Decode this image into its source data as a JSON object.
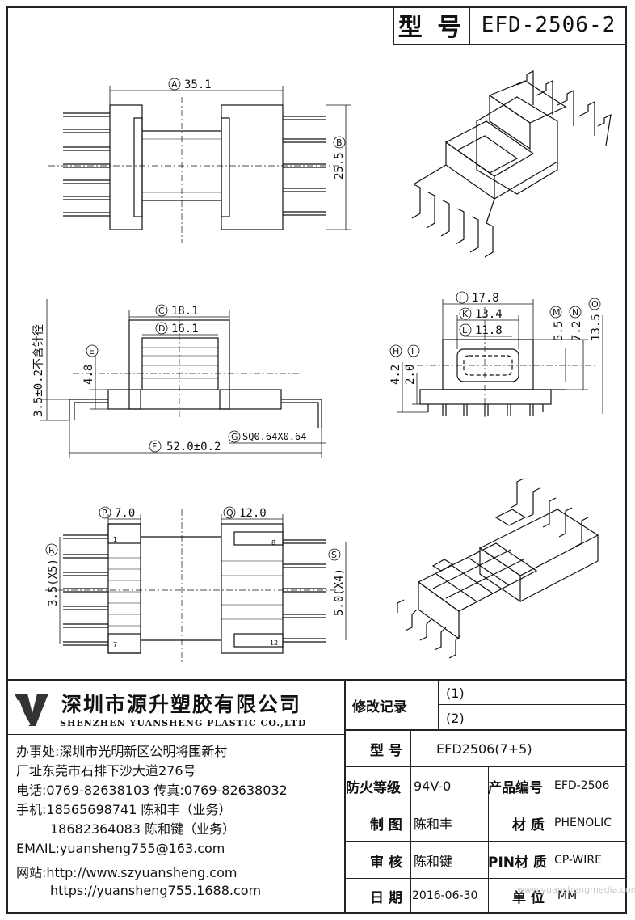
{
  "header": {
    "model_label": "型 号",
    "model_value": "EFD-2506-2"
  },
  "views": {
    "top": {
      "A": "35.1",
      "B": "25.5"
    },
    "front": {
      "C": "18.1",
      "D": "16.1",
      "E": "4.8",
      "F": "52.0±0.2",
      "G": "SQ0.64X0.64",
      "note": "3.5±0.2不含针径"
    },
    "side": {
      "J": "17.8",
      "K": "13.4",
      "L": "11.8",
      "M": "5.5",
      "N": "7.2",
      "O": "13.5",
      "H": "4.2",
      "I": "2.0"
    },
    "bottom": {
      "P": "7.0",
      "Q": "12.0",
      "R": "3.5(X5)",
      "S": "5.0(X4)",
      "pin_1": "1",
      "pin_7": "7",
      "pin_8": "8",
      "pin_12": "12"
    }
  },
  "company": {
    "name_cn": "深圳市源升塑胶有限公司",
    "name_en": "SHENZHEN YUANSHENG PLASTIC CO.,LTD",
    "office": "办事处:深圳市光明新区公明将围新村",
    "factory": "厂址东莞市石排下沙大道276号",
    "phone": "电话:0769-82638103 传真:0769-82638032",
    "mobile1": "手机:18565698741 陈和丰（业务）",
    "mobile2": "18682364083 陈和键（业务）",
    "email": "EMAIL:yuansheng755@163.com",
    "web1": "网站:http://www.szyuansheng.com",
    "web2": "https://yuansheng755.1688.com"
  },
  "table": {
    "revision_label": "修改记录",
    "rev1": "(1)",
    "rev2": "(2)",
    "model_label": "型 号",
    "model_value": "EFD2506(7+5)",
    "fire_label": "防火等级",
    "fire_value": "94V-0",
    "prodno_label": "产品编号",
    "prodno_value": "EFD-2506",
    "drawn_label": "制 图",
    "drawn_value": "陈和丰",
    "material_label": "材 质",
    "material_value": "PHENOLIC",
    "check_label": "审 核",
    "check_value": "陈和键",
    "pin_label": "PIN材 质",
    "pin_value": "CP-WIRE",
    "date_label": "日 期",
    "date_value": "2016-06-30",
    "unit_label": "单 位",
    "unit_value": "MM"
  },
  "watermark": "www.yuanshengmedia.com"
}
